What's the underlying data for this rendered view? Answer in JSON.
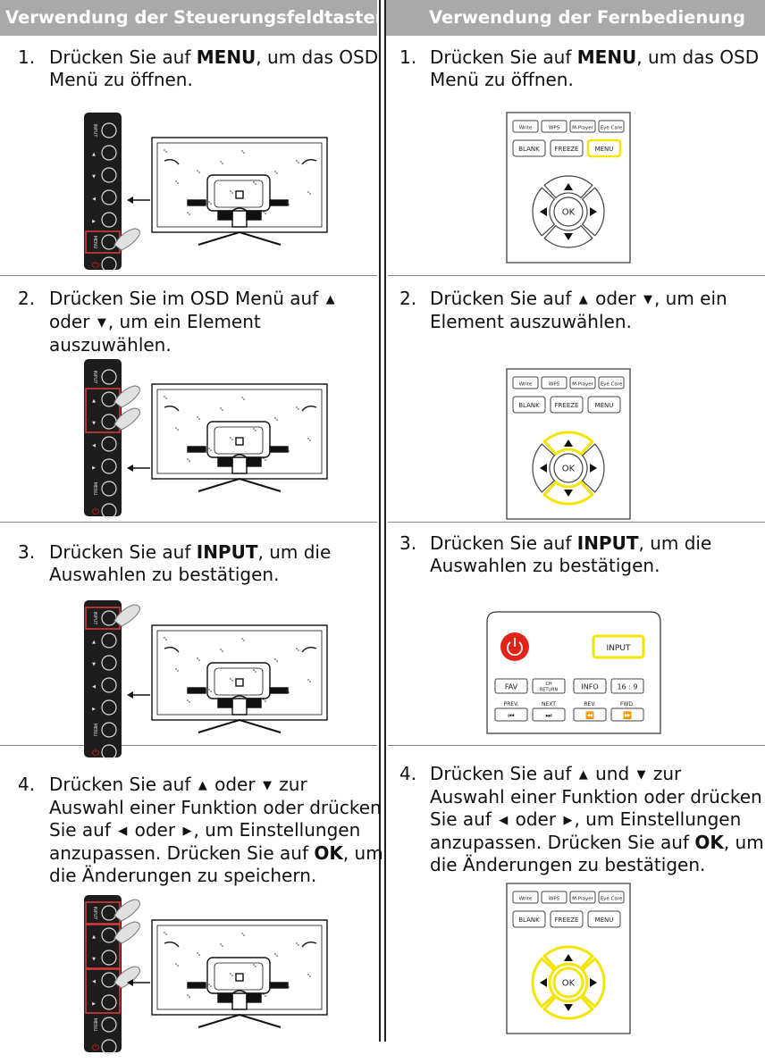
{
  "headers": {
    "left": "Verwendung der Steuerungsfeldtasten",
    "right": "Verwendung der Fernbedienung"
  },
  "steps": [
    {
      "num": "1.",
      "left": {
        "a": "Drücken Sie auf ",
        "b": "MENU",
        "c": ", um das OSD",
        "d": "Menü zu öffnen."
      },
      "right": {
        "a": "Drücken Sie auf ",
        "b": "MENU",
        "c": ", um das OSD",
        "d": "Menü zu öffnen."
      }
    },
    {
      "num": "2.",
      "left": {
        "a": "Drücken Sie im OSD Menü auf",
        "b": "oder",
        "c": ", um ein Element",
        "d": "auszuwählen."
      },
      "right": {
        "a": "Drücken Sie auf",
        "b": "oder",
        "c": ", um ein",
        "d": "Element auszuwählen."
      }
    },
    {
      "num": "3.",
      "left": {
        "a": "Drücken Sie auf ",
        "b": "INPUT",
        "c": ", um die",
        "d": "Auswahlen zu bestätigen."
      },
      "right": {
        "a": "Drücken Sie auf ",
        "b": "INPUT",
        "c": ", um die",
        "d": "Auswahlen zu bestätigen."
      }
    },
    {
      "num": "4.",
      "left": {
        "l1a": "Drücken Sie auf",
        "l1b": "oder",
        "l1c": "zur",
        "l2": "Auswahl einer Funktion oder drücken",
        "l3a": "Sie auf",
        "l3b": "oder",
        "l3c": ", um Einstellungen",
        "l4a": "anzupassen. Drücken Sie auf ",
        "l4b": "OK",
        "l4c": ", um",
        "l5": "die Änderungen zu speichern."
      },
      "right": {
        "l1a": "Drücken Sie auf",
        "l1b": "und",
        "l1c": "zur",
        "l2": "Auswahl einer Funktion oder drücken",
        "l3a": "Sie auf",
        "l3b": "oder",
        "l3c": ", um Einstellungen",
        "l4a": "anzupassen. Drücken Sie auf ",
        "l4b": "OK",
        "l4c": ", um",
        "l5": "die Änderungen zu bestätigen."
      }
    }
  ],
  "panel_labels": [
    "INPUT",
    "▲",
    "▼",
    "◀",
    "▶",
    "MENU",
    "⏻"
  ],
  "remote": {
    "row1": [
      "Write",
      "WPS",
      "M-Player",
      "Eye Care"
    ],
    "row2": [
      "BLANK",
      "FREEZE",
      "MENU"
    ],
    "ok": "OK"
  },
  "remote2": {
    "input": "INPUT",
    "row1": [
      "FAV",
      "CH RETURN",
      "INFO",
      "16 : 9"
    ],
    "row2": [
      "PREV.",
      "NEXT",
      "REV.",
      "FWD."
    ],
    "ch_top": "CH",
    "ch_bottom": "RETURN"
  },
  "colors": {
    "header_bg": "#a9a9a9",
    "highlight_yellow": "#f3e600",
    "highlight_red": "#d63a3a",
    "power_red": "#e2231a"
  }
}
